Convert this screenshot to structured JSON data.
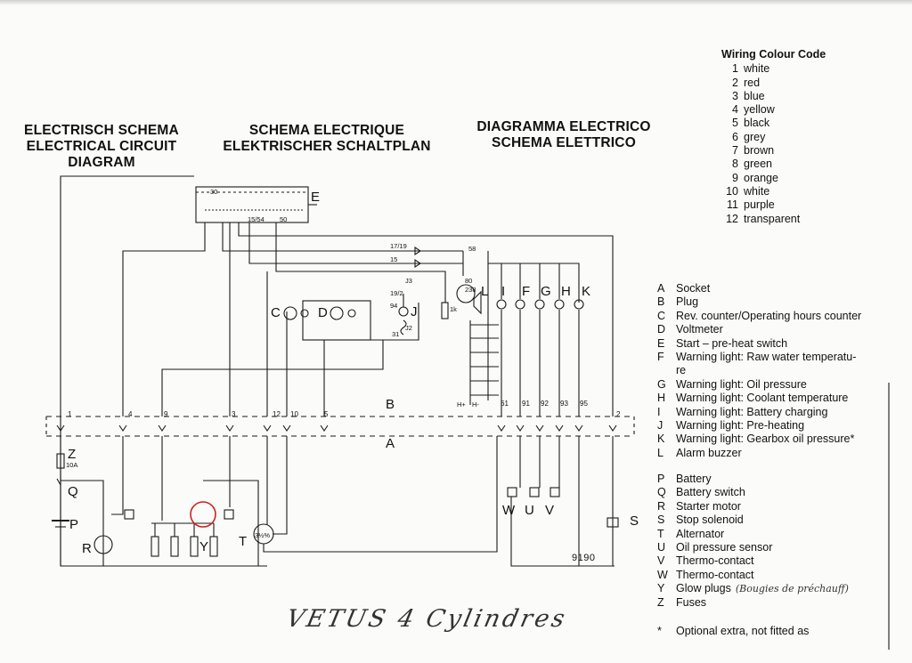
{
  "titles": {
    "t1": [
      "ELECTRISCH SCHEMA",
      "ELECTRICAL CIRCUIT",
      "DIAGRAM"
    ],
    "t2": [
      "SCHEMA ELECTRIQUE",
      "ELEKTRISCHER SCHALTPLAN"
    ],
    "t3": [
      "DIAGRAMMA ELECTRICO",
      "SCHEMA ELETTRICO"
    ]
  },
  "colour_code": {
    "heading": "Wiring Colour Code",
    "entries": [
      {
        "num": "1",
        "name": "white"
      },
      {
        "num": "2",
        "name": "red"
      },
      {
        "num": "3",
        "name": "blue"
      },
      {
        "num": "4",
        "name": "yellow"
      },
      {
        "num": "5",
        "name": "black"
      },
      {
        "num": "6",
        "name": "grey"
      },
      {
        "num": "7",
        "name": "brown"
      },
      {
        "num": "8",
        "name": "green"
      },
      {
        "num": "9",
        "name": "orange"
      },
      {
        "num": "10",
        "name": "white"
      },
      {
        "num": "11",
        "name": "purple"
      },
      {
        "num": "12",
        "name": "transparent"
      }
    ]
  },
  "legend_a": [
    {
      "key": "A",
      "text": "Socket"
    },
    {
      "key": "B",
      "text": "Plug"
    },
    {
      "key": "C",
      "text": "Rev. counter/Operating hours counter"
    },
    {
      "key": "D",
      "text": "Voltmeter"
    },
    {
      "key": "E",
      "text": "Start – pre-heat switch"
    },
    {
      "key": "F",
      "text": "Warning light: Raw water temperatu-"
    },
    {
      "key": "",
      "text": "re"
    },
    {
      "key": "G",
      "text": "Warning light: Oil pressure"
    },
    {
      "key": "H",
      "text": "Warning light: Coolant temperature"
    },
    {
      "key": "I",
      "text": "Warning light: Battery charging"
    },
    {
      "key": "J",
      "text": "Warning light: Pre-heating"
    },
    {
      "key": "K",
      "text": "Warning light: Gearbox oil pressure*"
    },
    {
      "key": "L",
      "text": "Alarm buzzer"
    }
  ],
  "legend_b": [
    {
      "key": "P",
      "text": "Battery"
    },
    {
      "key": "Q",
      "text": "Battery switch"
    },
    {
      "key": "R",
      "text": "Starter motor"
    },
    {
      "key": "S",
      "text": "Stop solenoid"
    },
    {
      "key": "T",
      "text": "Alternator"
    },
    {
      "key": "U",
      "text": "Oil pressure sensor"
    },
    {
      "key": "V",
      "text": "Thermo-contact"
    },
    {
      "key": "W",
      "text": "Thermo-contact"
    },
    {
      "key": "Y",
      "text": "Glow plugs"
    },
    {
      "key": "Z",
      "text": "Fuses"
    }
  ],
  "handwritten_note": "(Bougies de préchauff)",
  "footnote": {
    "key": "*",
    "text": "Optional extra, not fitted as"
  },
  "handwritten_signature": "VETUS 4 Cylindres",
  "diagram_code": "9190",
  "component_labels": {
    "E": "E",
    "C": "C",
    "D": "D",
    "J": "J",
    "L": "L",
    "I": "I",
    "F": "F",
    "G": "G",
    "H": "H",
    "K": "K",
    "Z": "Z",
    "Q": "Q",
    "P": "P",
    "R": "R",
    "T": "T",
    "Y": "Y",
    "W": "W",
    "U": "U",
    "V": "V",
    "S": "S",
    "bus_B": "B",
    "bus_A": "A"
  },
  "connector_pins": [
    "1",
    "4",
    "9",
    "3",
    "12",
    "10",
    "5",
    "61",
    "91",
    "92",
    "93",
    "95",
    "2"
  ],
  "wire_labels": {
    "w1719": "17/19",
    "w15": "15",
    "w58": "58",
    "w80": "80",
    "w238": "238",
    "w19_2": "19/2",
    "w94": "94",
    "w31": "31",
    "wJ2": "J2",
    "wJ3": "J3",
    "w1k": "1k",
    "w30": "30",
    "w50": "50",
    "wHplus": "H+",
    "wHminus": "H-",
    "fuse": "10A",
    "alt": "3½%",
    "aux": "15/54"
  },
  "colors": {
    "ink": "#1a1a1a",
    "highlight": "#cc2222",
    "paper": "#fbfbf9"
  }
}
